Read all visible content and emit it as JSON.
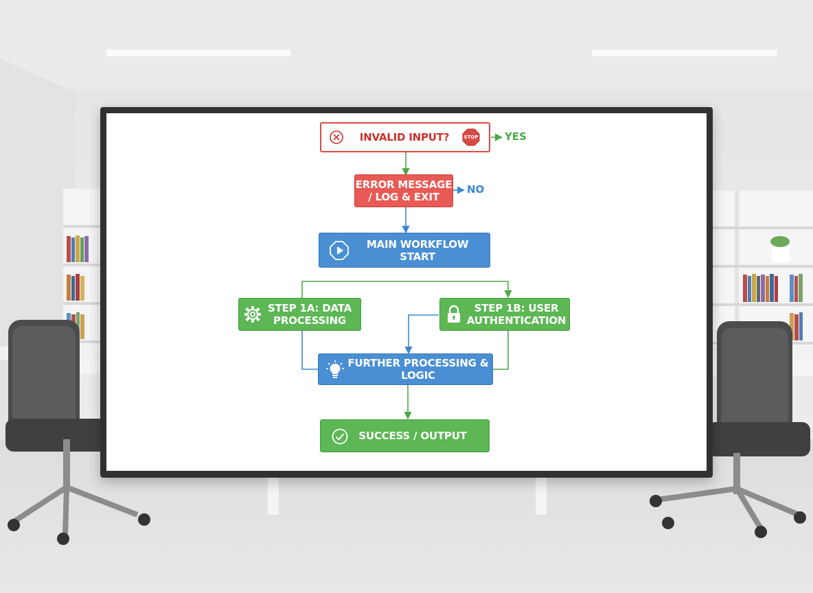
{
  "diagram": {
    "nodes": {
      "invalid_input": {
        "label": "INVALID INPUT?",
        "icon": "x-circle-icon",
        "badge": "STOP"
      },
      "error_message": {
        "line1": "ERROR MESSAGE",
        "line2": "/ LOG & EXIT"
      },
      "main_workflow": {
        "label": "MAIN WORKFLOW START",
        "icon": "play-icon"
      },
      "step_1a": {
        "line1": "STEP 1A: DATA",
        "line2": "PROCESSING",
        "icon": "gear-icon"
      },
      "step_1b": {
        "line1": "STEP 1B: USER",
        "line2": "AUTHENTICATION",
        "icon": "lock-icon"
      },
      "further_processing": {
        "label": "FURTHER PROCESSING & LOGIC",
        "icon": "lightbulb-icon"
      },
      "success": {
        "label": "SUCCESS / OUTPUT",
        "icon": "check-circle-icon"
      }
    },
    "branch_labels": {
      "yes": "YES",
      "no": "NO"
    },
    "colors": {
      "red": "#d94a43",
      "blue": "#4a8fd3",
      "green": "#5cb754"
    }
  }
}
